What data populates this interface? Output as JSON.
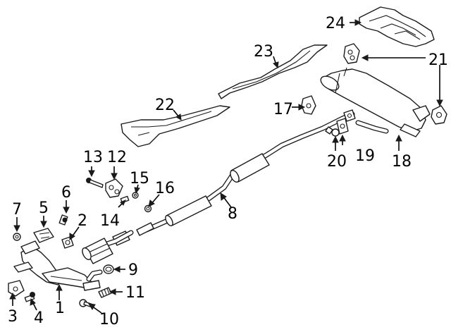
{
  "callouts": [
    {
      "id": "c1",
      "text": "1"
    },
    {
      "id": "c2",
      "text": "2"
    },
    {
      "id": "c3",
      "text": "3"
    },
    {
      "id": "c4",
      "text": "4"
    },
    {
      "id": "c5",
      "text": "5"
    },
    {
      "id": "c6",
      "text": "6"
    },
    {
      "id": "c7",
      "text": "7"
    },
    {
      "id": "c8",
      "text": "8"
    },
    {
      "id": "c9",
      "text": "9"
    },
    {
      "id": "c10",
      "text": "10"
    },
    {
      "id": "c11",
      "text": "11"
    },
    {
      "id": "c12",
      "text": "12"
    },
    {
      "id": "c13",
      "text": "13"
    },
    {
      "id": "c14",
      "text": "14"
    },
    {
      "id": "c15",
      "text": "15"
    },
    {
      "id": "c16",
      "text": "16"
    },
    {
      "id": "c17",
      "text": "17"
    },
    {
      "id": "c18",
      "text": "18"
    },
    {
      "id": "c19",
      "text": "19"
    },
    {
      "id": "c20",
      "text": "20"
    },
    {
      "id": "c21",
      "text": "21"
    },
    {
      "id": "c22",
      "text": "22"
    },
    {
      "id": "c23",
      "text": "23"
    },
    {
      "id": "c24",
      "text": "24"
    }
  ]
}
